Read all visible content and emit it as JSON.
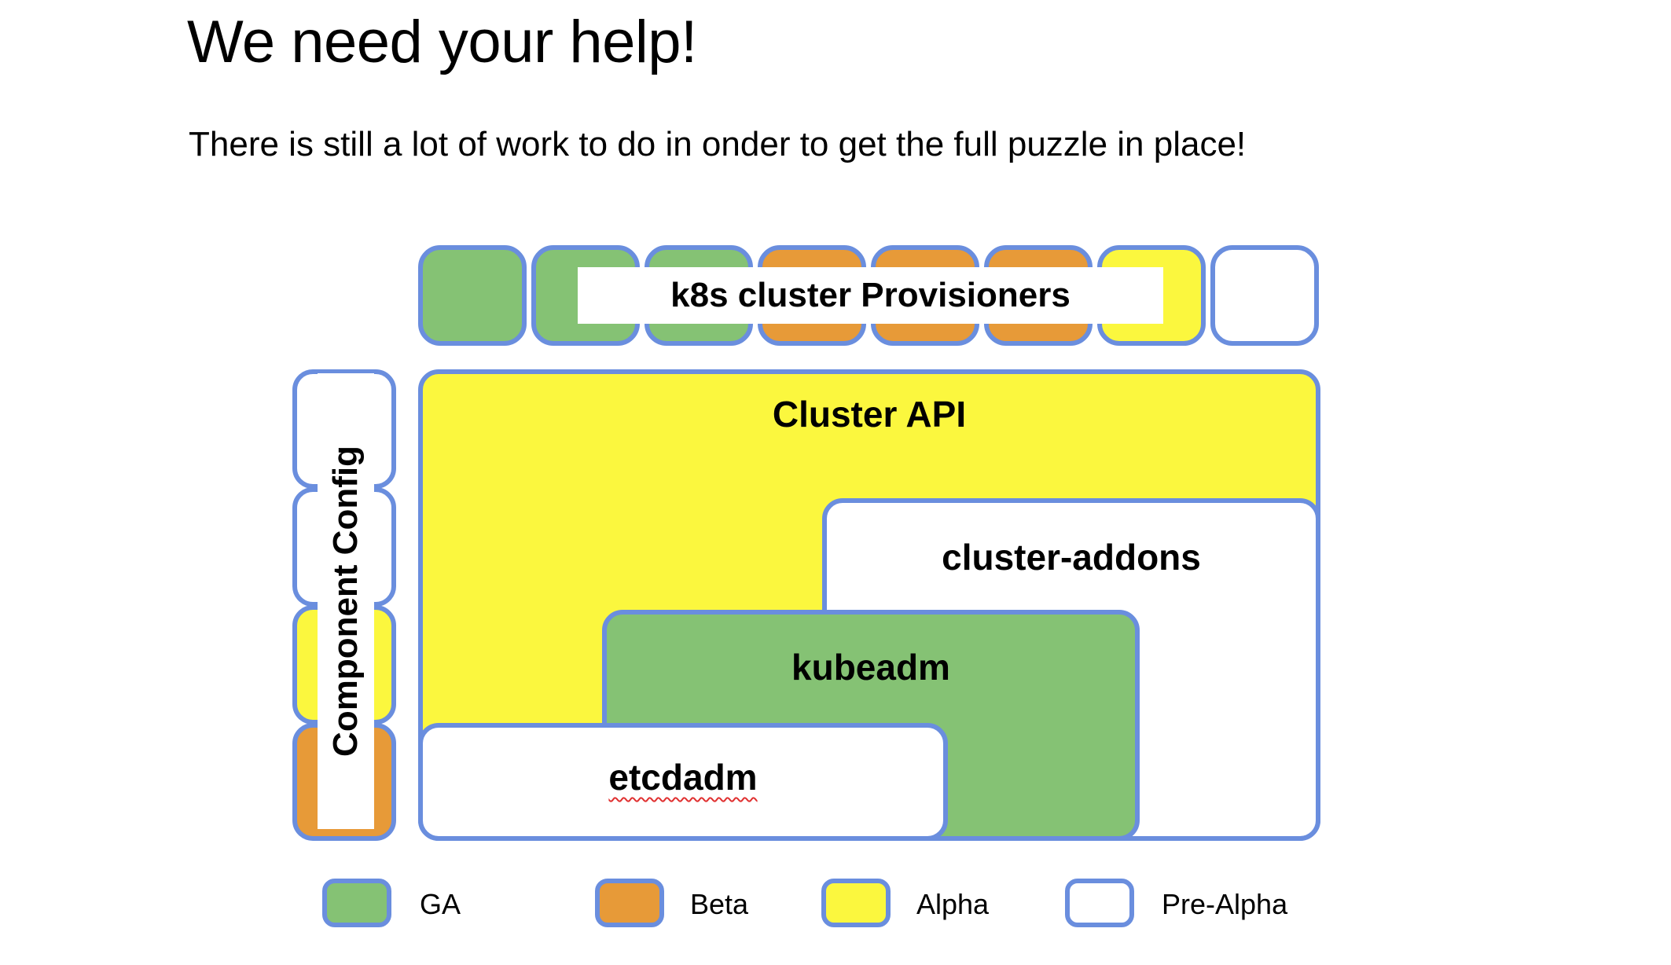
{
  "slide": {
    "title": "We need your help!",
    "subtitle": "There is still a lot of work to do in onder to get the full puzzle in place!"
  },
  "colors": {
    "border": "#6a8ede",
    "ga": "#85c274",
    "beta": "#e79a38",
    "alpha": "#fbf73e",
    "pre_alpha": "#ffffff",
    "spellcheck_underline": "#e03030"
  },
  "provisioners": {
    "caption": "k8s cluster Provisioners",
    "boxes": [
      {
        "status": "GA",
        "fill": "ga"
      },
      {
        "status": "GA",
        "fill": "ga"
      },
      {
        "status": "GA",
        "fill": "ga"
      },
      {
        "status": "Beta",
        "fill": "beta"
      },
      {
        "status": "Beta",
        "fill": "beta"
      },
      {
        "status": "Beta",
        "fill": "beta"
      },
      {
        "status": "Alpha",
        "fill": "alpha"
      },
      {
        "status": "Pre-Alpha",
        "fill": "pre_alpha"
      }
    ]
  },
  "component_config": {
    "caption": "Component Config",
    "boxes": [
      {
        "status": "Pre-Alpha",
        "fill": "pre_alpha"
      },
      {
        "status": "Pre-Alpha",
        "fill": "pre_alpha"
      },
      {
        "status": "Alpha",
        "fill": "alpha"
      },
      {
        "status": "Beta",
        "fill": "beta"
      }
    ]
  },
  "stack": {
    "cluster_api": {
      "label": "Cluster API",
      "status": "Alpha",
      "fill": "alpha"
    },
    "cluster_addons": {
      "label": "cluster-addons",
      "status": "Pre-Alpha",
      "fill": "pre_alpha"
    },
    "kubeadm": {
      "label": "kubeadm",
      "status": "GA",
      "fill": "ga"
    },
    "etcdadm": {
      "label": "etcdadm",
      "status": "Pre-Alpha",
      "fill": "pre_alpha",
      "spellchecked": true
    }
  },
  "legend": {
    "items": [
      {
        "label": "GA",
        "fill": "ga"
      },
      {
        "label": "Beta",
        "fill": "beta"
      },
      {
        "label": "Alpha",
        "fill": "alpha"
      },
      {
        "label": "Pre-Alpha",
        "fill": "pre_alpha"
      }
    ]
  }
}
